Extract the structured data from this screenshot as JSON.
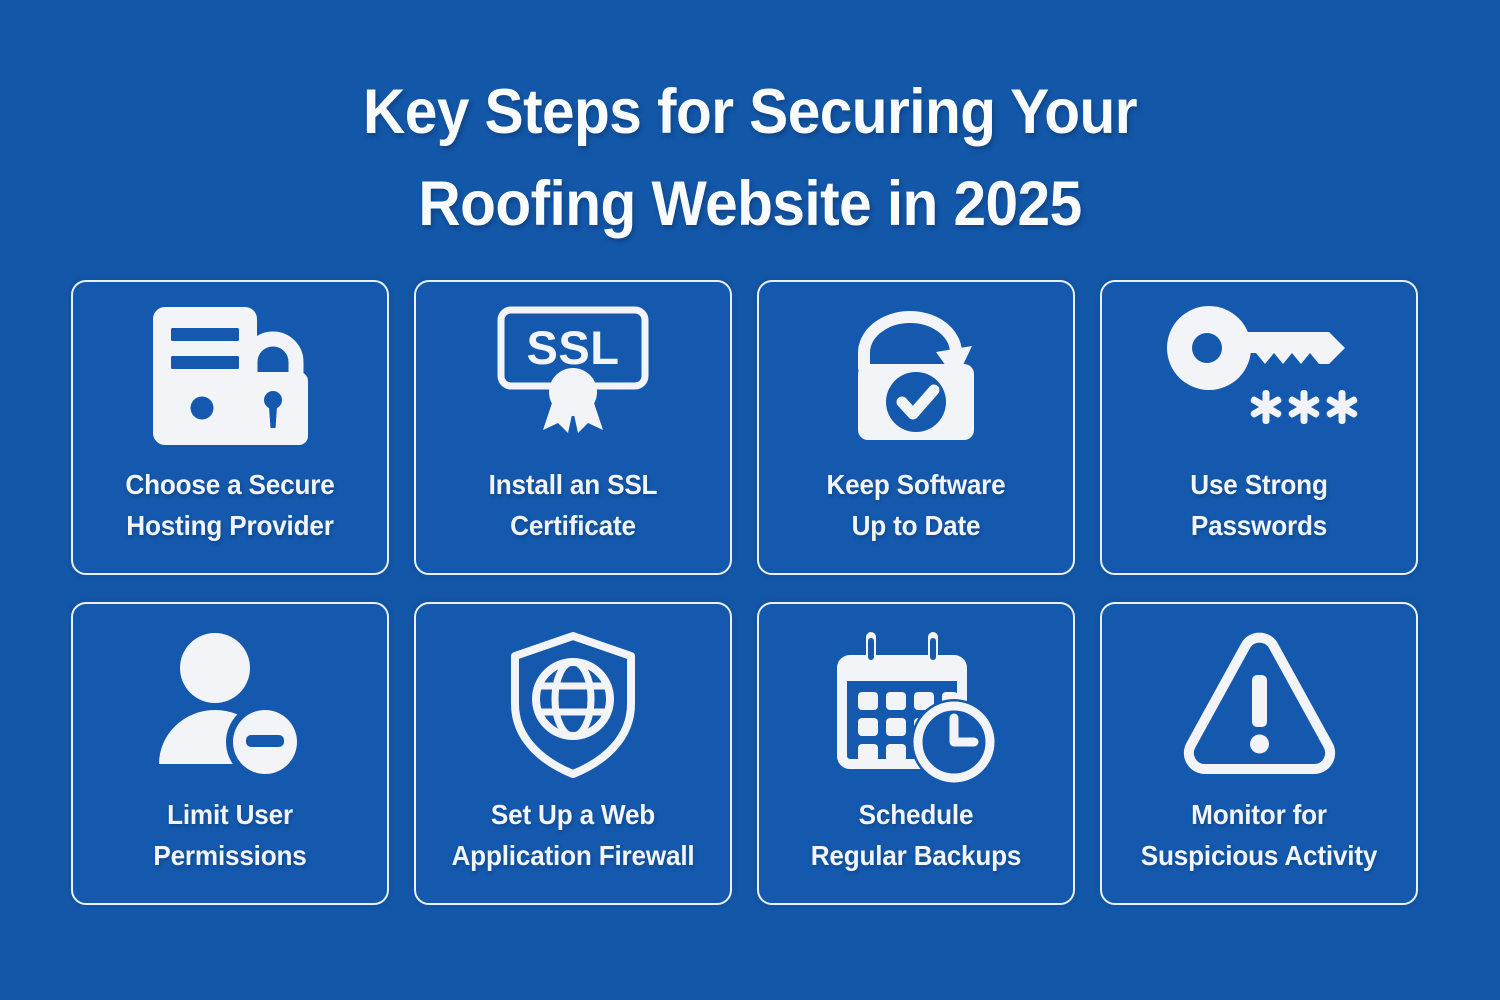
{
  "meta": {
    "background_color": "#1357A8",
    "card_fill_color": "#1459AD",
    "card_border_color": "#EAF0F7",
    "text_color": "#F2F4F7"
  },
  "title": {
    "line1": "Key Steps for Securing Your",
    "line2": "Roofing Website in 2025",
    "full": "Key Steps for Securing Your Roofing Website in 2025"
  },
  "cards": [
    {
      "index": 1,
      "icon": "server-lock-icon",
      "label_line1": "Choose a Secure",
      "label_line2": "Hosting Provider",
      "label_full": "Choose a Secure Hosting Provider"
    },
    {
      "index": 2,
      "icon": "ssl-certificate-icon",
      "icon_text": "SSL",
      "label_line1": "Install an SSL",
      "label_line2": "Certificate",
      "label_full": "Install an SSL Certificate"
    },
    {
      "index": 3,
      "icon": "lock-update-check-icon",
      "label_line1": "Keep Software",
      "label_line2": "Up to Date",
      "label_full": "Keep Software Up to Date"
    },
    {
      "index": 4,
      "icon": "key-asterisks-icon",
      "label_line1": "Use Strong",
      "label_line2": "Passwords",
      "label_full": "Use Strong Passwords"
    },
    {
      "index": 5,
      "icon": "user-minus-icon",
      "label_line1": "Limit User",
      "label_line2": "Permissions",
      "label_full": "Limit User Permissions"
    },
    {
      "index": 6,
      "icon": "shield-globe-icon",
      "label_line1": "Set Up a Web",
      "label_line2": "Application Firewall",
      "label_full": "Set Up a Web Application Firewall"
    },
    {
      "index": 7,
      "icon": "calendar-clock-icon",
      "label_line1": "Schedule",
      "label_line2": "Regular Backups",
      "label_full": "Schedule Regular Backups"
    },
    {
      "index": 8,
      "icon": "warning-triangle-icon",
      "label_line1": "Monitor for",
      "label_line2": "Suspicious Activity",
      "label_full": "Monitor for Suspicious Activity"
    }
  ]
}
